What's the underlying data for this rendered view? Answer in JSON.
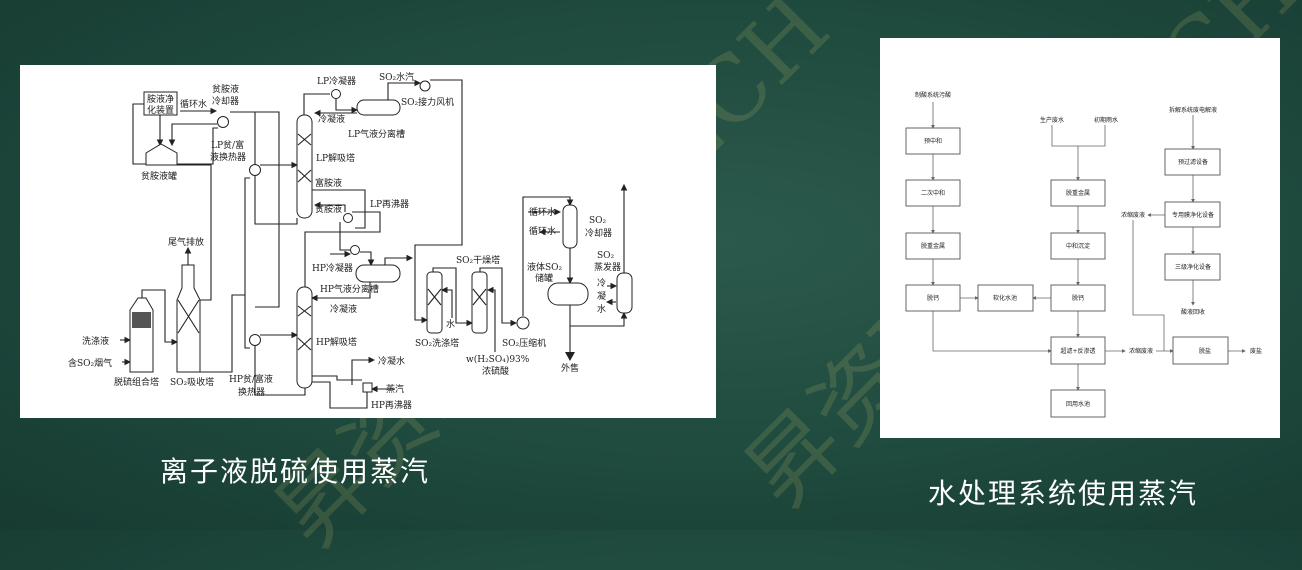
{
  "watermark": "昇资环 RE TECH",
  "left_diagram": {
    "caption": "离子液脱硫使用蒸汽",
    "labels": {
      "amine_purify_1": "胺液净",
      "amine_purify_2": "化装置",
      "cooler_1": "贫胺液",
      "cooler_2": "冷却器",
      "circ_water": "循环水",
      "lean_tank": "贫胺液罐",
      "lp_hx_1": "LP贫/富",
      "lp_hx_2": "液换热器",
      "lp_condenser": "LP冷凝器",
      "so2_vapor": "SO₂水汽",
      "booster_fan": "SO₂接力风机",
      "condensate_1": "冷凝液",
      "lp_separator": "LP气液分离槽",
      "lp_stripper": "LP解吸塔",
      "rich_amine": "富胺液",
      "lean_amine": "贫胺液",
      "lp_reboiler": "LP再沸器",
      "hp_condenser": "HP冷凝器",
      "hp_separator": "HP气液分离槽",
      "condensate_2": "冷凝液",
      "hp_stripper": "HP解吸塔",
      "condensate_water": "冷凝水",
      "steam": "蒸汽",
      "hp_reboiler": "HP再沸器",
      "hp_hx_1": "HP贫/富液",
      "hp_hx_2": "换热器",
      "tail_gas": "尾气排放",
      "so2_absorber": "SO₂吸收塔",
      "desulf_tower": "脱硫组合塔",
      "wash_liquid": "洗涤液",
      "flue_gas": "含SO₂烟气",
      "so2_wash_tower": "SO₂洗涤塔",
      "water": "水",
      "so2_dry_tower": "SO₂干燥塔",
      "so2_compressor": "SO₂压缩机",
      "acid_conc": "w(H₂SO₄)93%",
      "conc_acid": "浓硫酸",
      "so2_cooler_1": "SO₂",
      "so2_cooler_2": "冷却器",
      "circ_water_in": "循环水",
      "circ_water_out": "循环水",
      "liquid_so2_1": "液体SO₂",
      "liquid_so2_2": "储罐",
      "so2_evap_1": "SO₂",
      "so2_evap_2": "蒸发器",
      "cond_w1": "冷",
      "cond_w2": "凝",
      "cond_w3": "水",
      "export": "外售"
    }
  },
  "right_diagram": {
    "caption": "水处理系统使用蒸汽",
    "inputs": {
      "acid_wastewater": "制酸系统污酸",
      "production_wastewater": "生产废水",
      "initial_rain": "初期雨水",
      "dismantle_electrolyte": "拆解系统废电解液"
    },
    "boxes": {
      "pre_neutralize": "预中和",
      "secondary_neutralize": "二次中和",
      "remove_heavy_metal_a": "脱重金属",
      "decalcify_a": "脱钙",
      "softened_pool": "软化水池",
      "remove_heavy_metal_b": "脱重金属",
      "neutralize_settle": "中和沉淀",
      "decalcify_b": "脱钙",
      "uf_ro": "超滤+反渗透",
      "reuse_pool": "回用水池",
      "prefilter": "预过滤设备",
      "membrane_purify": "专用膜净化设备",
      "tertiary_purify": "三级净化设备",
      "desalt": "脱盐"
    },
    "outputs": {
      "concentrate_top": "浓缩废液",
      "acid_recovery": "酸液回收",
      "concentrate_mid": "浓缩废液",
      "waste_salt": "废盐"
    }
  }
}
